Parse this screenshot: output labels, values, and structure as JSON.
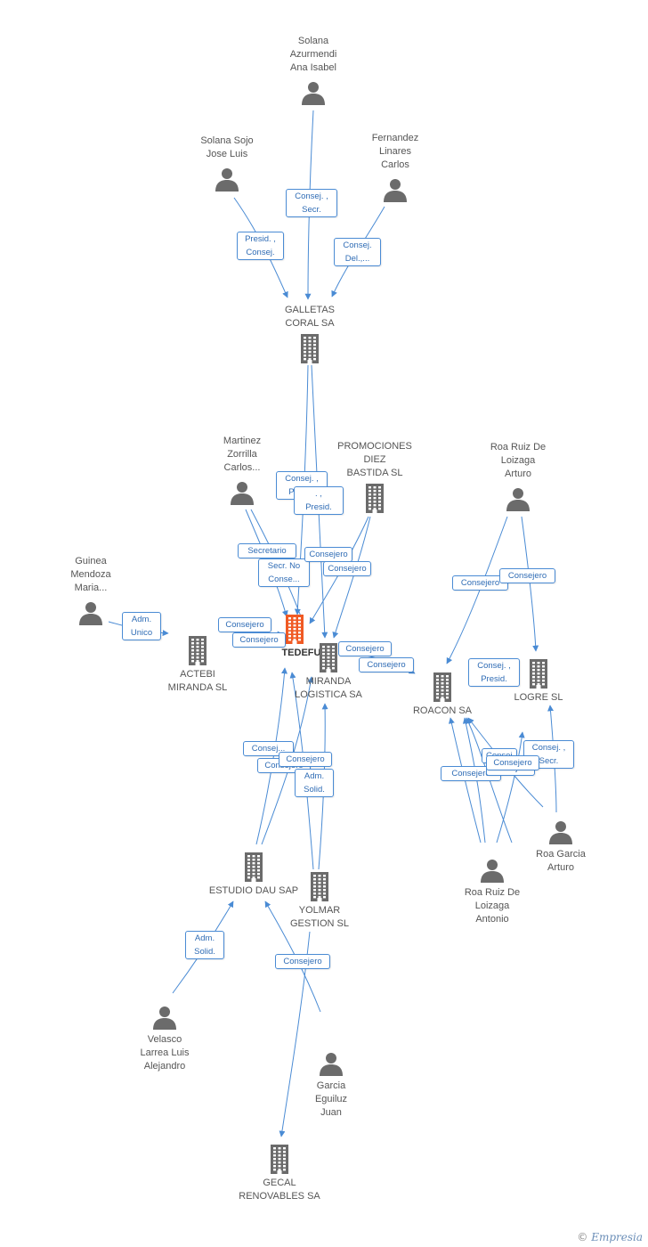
{
  "nodes": [
    {
      "id": "solana-azurmendi",
      "type": "person",
      "label": "Solana\nAzurmendi\nAna Isabel"
    },
    {
      "id": "solana-sojo",
      "type": "person",
      "label": "Solana Sojo\nJose Luis"
    },
    {
      "id": "fernandez-linares",
      "type": "person",
      "label": "Fernandez\nLinares\nCarlos"
    },
    {
      "id": "galletas-coral",
      "type": "company",
      "label": "GALLETAS\nCORAL SA"
    },
    {
      "id": "martinez-zorrilla",
      "type": "person",
      "label": "Martinez\nZorrilla\nCarlos..."
    },
    {
      "id": "promociones-diez",
      "type": "company",
      "label": "PROMOCIONES\nDIEZ\nBASTIDA SL"
    },
    {
      "id": "roa-ruiz-arturo",
      "type": "person",
      "label": "Roa Ruiz De\nLoizaga\nArturo"
    },
    {
      "id": "guinea-mendoza",
      "type": "person",
      "label": "Guinea\nMendoza\nMaria..."
    },
    {
      "id": "tedefu",
      "type": "company",
      "label": "TEDEFU SL",
      "focus": true
    },
    {
      "id": "actebi",
      "type": "company",
      "label": "ACTEBI\nMIRANDA SL"
    },
    {
      "id": "miranda-logistica",
      "type": "company",
      "label": "MIRANDA\nLOGISTICA SA"
    },
    {
      "id": "roacon",
      "type": "company",
      "label": "ROACON SA"
    },
    {
      "id": "logre",
      "type": "company",
      "label": "LOGRE  SL"
    },
    {
      "id": "roa-garcia",
      "type": "person",
      "label": "Roa Garcia\nArturo"
    },
    {
      "id": "roa-ruiz-antonio",
      "type": "person",
      "label": "Roa Ruiz De\nLoizaga\nAntonio"
    },
    {
      "id": "estudio-dau",
      "type": "company",
      "label": "ESTUDIO DAU SAP"
    },
    {
      "id": "yolmar",
      "type": "company",
      "label": "YOLMAR\nGESTION  SL"
    },
    {
      "id": "velasco-larrea",
      "type": "person",
      "label": "Velasco\nLarrea Luis\nAlejandro"
    },
    {
      "id": "garcia-eguiluz",
      "type": "person",
      "label": "Garcia\nEguiluz\nJuan"
    },
    {
      "id": "gecal",
      "type": "company",
      "label": "GECAL\nRENOVABLES SA"
    }
  ],
  "edge_labels": [
    "Consej. ,\nSecr.",
    "Presid. ,\nConsej.",
    "Consej.\nDel.,...",
    "Consej. ,\nPresid.",
    ". ,\nPresid.",
    "Secretario",
    "Secr.  No\nConse...",
    "Consejero",
    "Consejero",
    "Adm.\nUnico",
    "Consejero",
    "Consejero",
    "Consejero",
    "Consejero",
    "Consejero",
    "Consejero",
    "Consej. ,\nPresid.",
    "Consejero",
    "Consej...",
    "Consejero",
    "Consej. ,\nSecr.",
    "Consejero",
    "Consej...",
    "Consejero",
    "Consejero",
    "Adm.\nSolid.",
    "Adm.\nSolid.",
    "Consejero"
  ],
  "colors": {
    "edge": "#4a8bd4",
    "icon": "#6b6b6b",
    "focus_icon": "#f05a24",
    "label_text": "#555555"
  },
  "icons": {
    "person": "person-icon",
    "company": "building-icon"
  },
  "brand": {
    "copyright": "©",
    "name": "Empresia"
  }
}
